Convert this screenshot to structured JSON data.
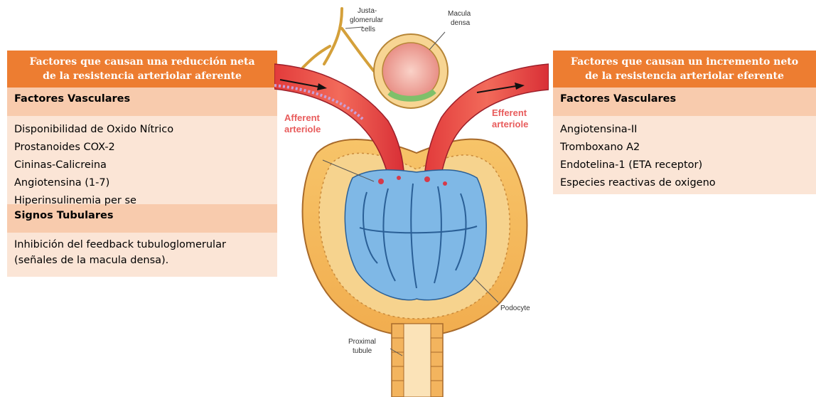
{
  "left_panel": {
    "title_line1": "Factores que causan una reducción neta",
    "title_line2": "de la resistencia arteriolar aferente",
    "section1": "Factores Vasculares",
    "vascular_items": [
      "Disponibilidad de Oxido Nítrico",
      "Prostanoides COX-2",
      "Cininas-Calicreina",
      "Angiotensina (1-7)",
      "Hiperinsulinemia per se"
    ],
    "section2": "Signos Tubulares",
    "tubular_line1": "Inhibición del feedback tubuloglomerular",
    "tubular_line2": "(señales de la macula densa)."
  },
  "right_panel": {
    "title_line1": "Factores que causan un incremento neto",
    "title_line2": "de la resistencia arteriolar eferente",
    "section1": "Factores Vasculares",
    "vascular_items": [
      "Angiotensina-II",
      "Tromboxano A2",
      "Endotelina-1 (ETA receptor)",
      "Especies reactivas de oxigeno"
    ]
  },
  "figure": {
    "juxta_1": "Justa-",
    "juxta_2": "glomerular",
    "juxta_3": "cells",
    "macula_1": "Macula",
    "macula_2": "densa",
    "afferent_1": "Afferent",
    "afferent_2": "arteriole",
    "efferent_1": "Efferent",
    "efferent_2": "arteriole",
    "podocyte": "Podocyte",
    "proximal_1": "Proximal",
    "proximal_2": "tubule"
  },
  "colors": {
    "header_orange": "#ED7D31",
    "row_dark": "#F8CBAD",
    "row_light": "#FBE5D6",
    "label_red": "#e85c5c"
  }
}
